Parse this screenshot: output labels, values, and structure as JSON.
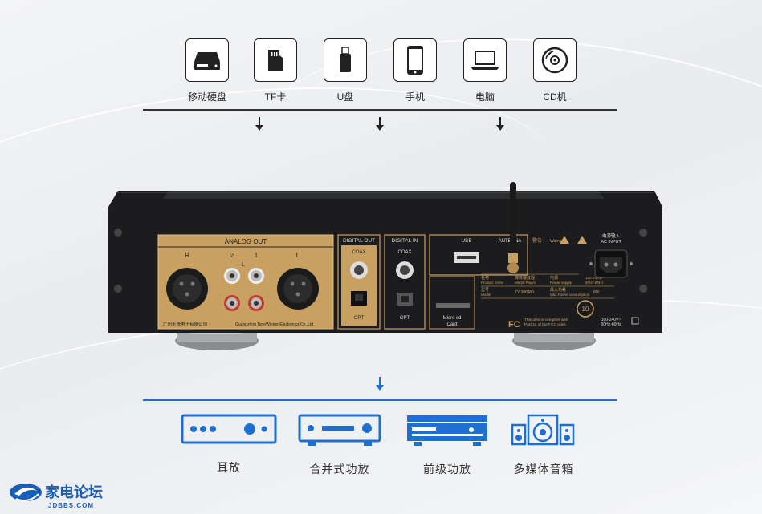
{
  "colors": {
    "source_icon": "#222222",
    "accent_blue": "#1f6fd0",
    "panel_gold": "#c8a062",
    "chassis": "#1c1c1e"
  },
  "sources": [
    {
      "label": "移动硬盘",
      "icon": "hard-drive-icon"
    },
    {
      "label": "TF卡",
      "icon": "tf-card-icon"
    },
    {
      "label": "U盘",
      "icon": "usb-drive-icon"
    },
    {
      "label": "手机",
      "icon": "mobile-phone-icon"
    },
    {
      "label": "电脑",
      "icon": "laptop-icon"
    },
    {
      "label": "CD机",
      "icon": "cd-icon"
    }
  ],
  "outputs": [
    {
      "label": "耳放",
      "icon": "headphone-amp-icon"
    },
    {
      "label": "合并式功放",
      "icon": "integrated-amp-icon"
    },
    {
      "label": "前级功放",
      "icon": "preamp-icon"
    },
    {
      "label": "多媒体音箱",
      "icon": "speakers-icon"
    }
  ],
  "panel": {
    "analog_out": "ANALOG OUT",
    "r": "R",
    "l": "L",
    "two": "2",
    "one": "1",
    "l_small": "L",
    "maker_cn": "广州天逸电子有限公司",
    "maker_en": "Guangzhou ToneWinner Electronics Co.,Ltd",
    "digital_out": "DIGITAL OUT",
    "coax": "COAX",
    "opt": "OPT",
    "digital_in": "DIGITAL IN",
    "coax_in": "COAX",
    "opt_in": "OPT",
    "usb": "USB",
    "antenna": "ANTENNA",
    "micro_sd": "Micro sd",
    "card": "Card",
    "warning_cn": "警告",
    "warning_en": "Warning",
    "name_cn": "名称",
    "name_en": "Product name",
    "name_val": "Media Player",
    "name_val_cn": "媒体播放器",
    "model_cn": "型号",
    "model_en": "Model",
    "model_val": "TY-30PRO",
    "supply_cn": "电源",
    "supply_en": "Power supply",
    "supply_val": "100-240V~",
    "supply_val2": "50Hz-60Hz",
    "power_cn": "最大功耗",
    "power_en": "Max Power consumption",
    "power_val": "8W",
    "fcc": "FC",
    "fcc_text1": "This device complies with",
    "fcc_text2": "Part 15 of the FCC rules",
    "ac_cn": "电源输入",
    "ac_en": "AC INPUT",
    "ac_volt": "100-240V~",
    "ac_hz": "50Hz-60Hz",
    "ten": "10"
  },
  "watermark": {
    "cn": "家电论坛",
    "en": "JDBBS.COM"
  }
}
